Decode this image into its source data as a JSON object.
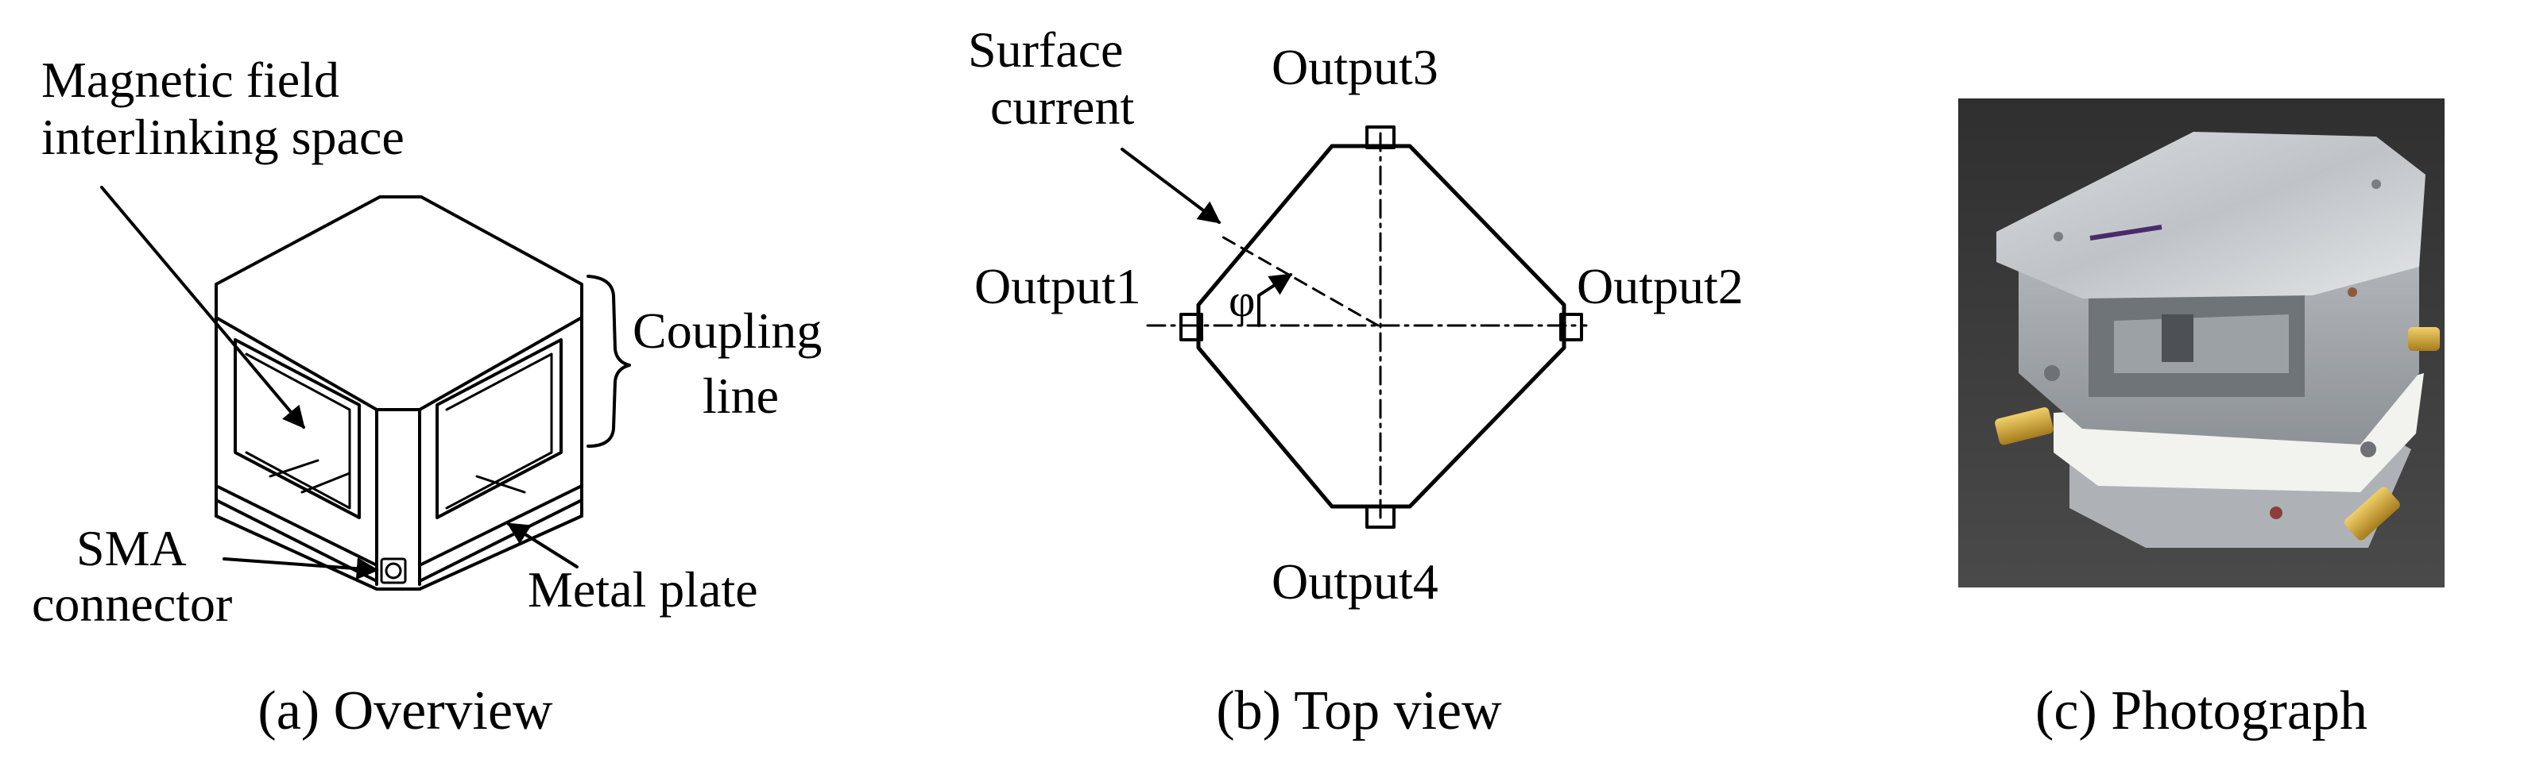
{
  "panels": {
    "overview": {
      "caption": "(a) Overview",
      "labels": {
        "magnetic_line1": "Magnetic field",
        "magnetic_line2": "interlinking space",
        "coupling_line1": "Coupling",
        "coupling_line2": "line",
        "sma_line1": "SMA",
        "sma_line2": "connector",
        "metal_plate": "Metal plate"
      }
    },
    "top_view": {
      "caption": "(b) Top view",
      "labels": {
        "surface_line1": "Surface",
        "surface_line2": "current",
        "output1": "Output1",
        "output2": "Output2",
        "output3": "Output3",
        "output4": "Output4",
        "phi": "φ"
      }
    },
    "photograph": {
      "caption": "(c) Photograph"
    }
  },
  "colors": {
    "line": "#000000",
    "photo_background": "#3a3a3a",
    "aluminum": "#c9ccd0",
    "ptfe": "#f2f2ee",
    "connector_gold": "#c9a23a"
  }
}
